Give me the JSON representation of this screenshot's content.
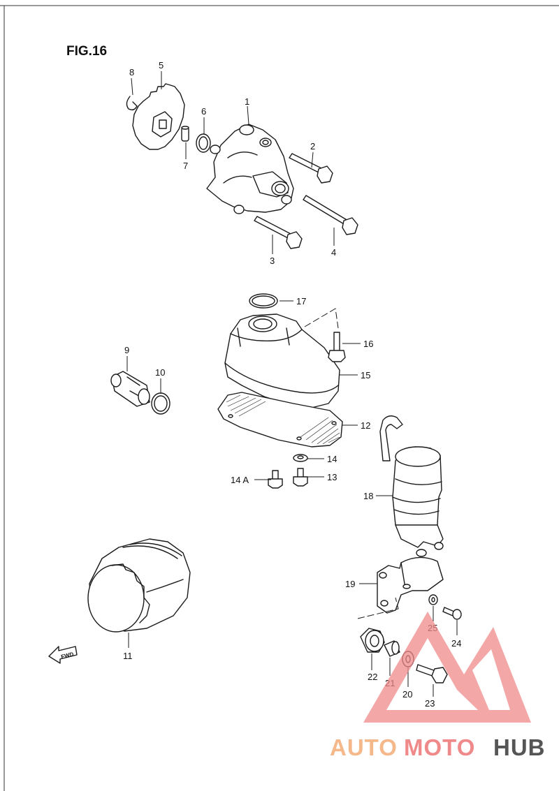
{
  "figure": {
    "title": "FIG.16"
  },
  "callouts": {
    "c1": "1",
    "c2": "2",
    "c3": "3",
    "c4": "4",
    "c5": "5",
    "c6": "6",
    "c7": "7",
    "c8": "8",
    "c9": "9",
    "c10": "10",
    "c11": "11",
    "c12": "12",
    "c13": "13",
    "c14": "14",
    "c14a": "14 A",
    "c15": "15",
    "c16": "16",
    "c17": "17",
    "c18": "18",
    "c19": "19",
    "c20": "20",
    "c21": "21",
    "c22": "22",
    "c23": "23",
    "c24": "24",
    "c25": "25"
  },
  "direction_marker": {
    "label": "FWD",
    "icon": "arrow-left-icon"
  },
  "watermark": {
    "part1": "AUTO",
    "part2": "MOTO",
    "part3": "HUB",
    "color_primary": "#f08a8a",
    "color_secondary": "#555555"
  },
  "colors": {
    "line": "#1a1a1a",
    "background": "#ffffff"
  }
}
